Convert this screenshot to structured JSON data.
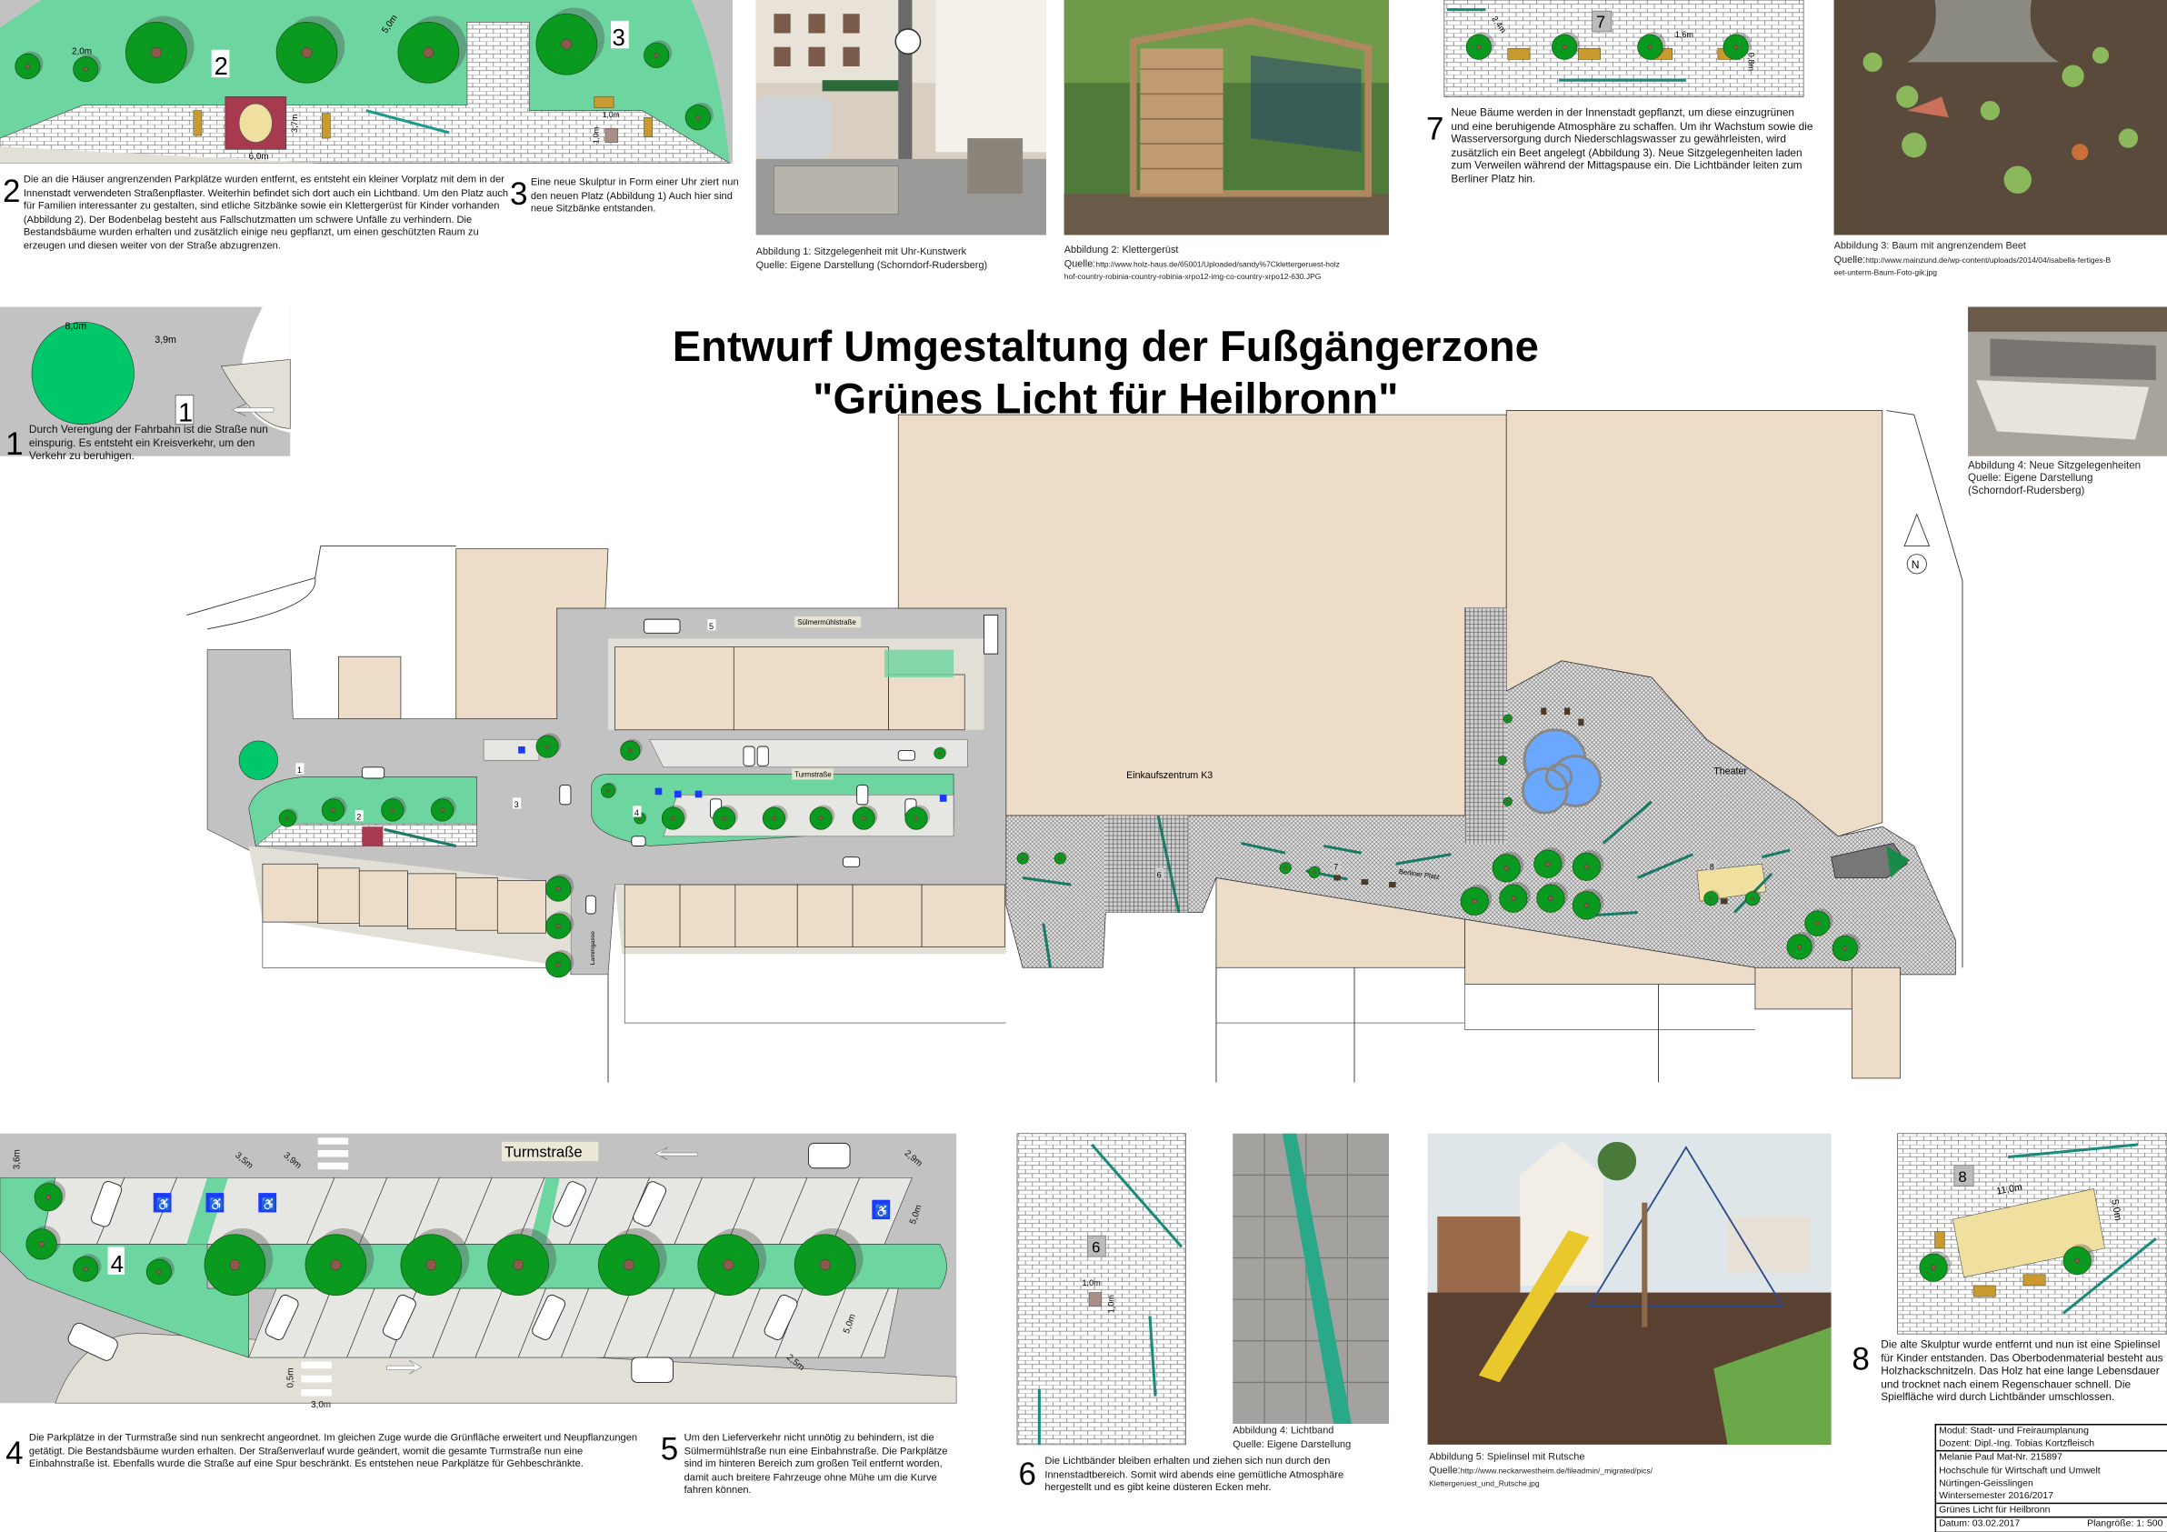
{
  "title": {
    "line1": "Entwurf Umgestaltung der Fußgängerzone",
    "line2": "\"Grünes Licht für Heilbronn\""
  },
  "sections": {
    "s1": {
      "number": "1",
      "text": "Durch Verengung der Fahrbahn ist die Straße nun einspurig. Es entsteht ein Kreisverkehr, um den Verkehr zu beruhigen."
    },
    "s2": {
      "number": "2",
      "text": "Die an die Häuser angrenzenden Parkplätze wurden entfernt, es entsteht ein kleiner Vorplatz mit dem in der Innenstadt verwendeten Straßenpflaster. Weiterhin befindet sich dort auch ein Lichtband. Um den Platz auch für Familien interessanter zu gestalten, sind etliche Sitzbänke sowie ein Klettergerüst für Kinder vorhanden (Abbildung 2). Der Bodenbelag besteht aus Fallschutzmatten um schwere Unfälle zu verhindern. Die Bestandsbäume wurden erhalten und zusätzlich einige neu gepflanzt, um einen geschützten Raum zu erzeugen und diesen weiter von der Straße abzugrenzen."
    },
    "s3": {
      "number": "3",
      "text": "Eine neue Skulptur in Form einer Uhr ziert nun den neuen Platz (Abbildung 1) Auch hier sind neue Sitzbänke entstanden."
    },
    "s4": {
      "number": "4",
      "text": "Die Parkplätze in der Turmstraße sind nun senkrecht angeordnet. Im gleichen Zuge wurde die Grünfläche erweitert und Neupflanzungen getätigt. Die Bestandsbäume wurden erhalten. Der Straßenverlauf wurde geändert, womit die gesamte Turmstraße nun eine Einbahnstraße ist. Ebenfalls wurde die Straße auf eine Spur beschränkt. Es entstehen neue Parkplätze für Gehbeschränkte."
    },
    "s5": {
      "number": "5",
      "text": "Um den Lieferverkehr nicht unnötig zu behindern, ist die Sülmermühlstraße nun eine Einbahnstraße. Die Parkplätze sind im hinteren Bereich zum großen Teil entfernt worden, damit auch breitere Fahrzeuge ohne Mühe um die Kurve fahren können."
    },
    "s6": {
      "number": "6",
      "text": "Die Lichtbänder bleiben erhalten und ziehen sich nun durch den Innenstadtbereich. Somit wird abends eine gemütliche Atmosphäre hergestellt und es gibt keine düsteren Ecken mehr."
    },
    "s7": {
      "number": "7",
      "text": "Neue Bäume werden in der Innenstadt gepflanzt, um diese einzugrünen und eine beruhigende Atmosphäre zu schaffen. Um ihr Wachstum sowie die Wasserversorgung durch Niederschlagswasser zu gewährleisten, wird zusätzlich ein Beet angelegt (Abbildung 3). Neue Sitzgelegenheiten laden zum Verweilen während der Mittagspause ein. Die Lichtbänder leiten zum Berliner Platz hin."
    },
    "s8": {
      "number": "8",
      "text": "Die alte Skulptur wurde entfernt und nun ist eine Spielinsel für Kinder entstanden. Das Oberbodenmaterial besteht aus Holzhackschnitzeln. Das Holz hat eine lange Lebensdauer und trocknet nach einem Regenschauer schnell. Die Spielfläche wird durch Lichtbänder umschlossen."
    }
  },
  "figures": {
    "fig1": {
      "caption": "Abbildung 1: Sitzgelegenheit mit Uhr-Kunstwerk",
      "source": "Quelle: Eigene Darstellung (Schorndorf-Rudersberg)"
    },
    "fig2": {
      "caption": "Abbildung 2: Klettergerüst",
      "source_label": "Quelle:",
      "url1": "http://www.holz-haus.de/65001/Uploaded/sandy%7Cklettergeruest-holz",
      "url2": "hof-country-robinia-country-robinia-xrpo12-img-co-country-xrpo12-630.JPG"
    },
    "fig3": {
      "caption": "Abbildung 3: Baum mit angrenzendem Beet",
      "source_label": "Quelle:",
      "url1": "http://www.mainzund.de/wp-content/uploads/2014/04/isabella-fertiges-B",
      "url2": "eet-unterm-Baum-Foto-gik.jpg"
    },
    "fig4a": {
      "caption": "Abbildung 4: Neue Sitzgelegenheiten",
      "source": "Quelle: Eigene Darstellung",
      "source2": "(Schorndorf-Rudersberg)"
    },
    "fig4b": {
      "caption": "Abbildung 4: Lichtband",
      "source": "Quelle: Eigene Darstellung"
    },
    "fig5": {
      "caption": "Abbildung 5: Spielinsel mit Rutsche",
      "source_label": "Quelle:",
      "url1": "http://www.neckarwestheim.de/fileadmin/_migrated/pics/",
      "url2": "Klettergeruest_und_Rutsche.jpg"
    }
  },
  "map": {
    "street_suelmermuehl": "Sülmermühlstraße",
    "street_turm": "Turmstraße",
    "street_lamm": "Lammgasse",
    "mall": "Einkaufszentrum K3",
    "theater": "Theater",
    "square": "Berliner Platz",
    "north": "N",
    "markers": [
      "1",
      "2",
      "3",
      "4",
      "5",
      "6",
      "7",
      "8"
    ]
  },
  "details": {
    "d23": {
      "m2": "2",
      "m3": "3",
      "dim_a": "2,0m",
      "dim_b": "5,0m",
      "dim_c": "6,0m",
      "dim_d": "3,7m",
      "dim_e": "1,0m",
      "dim_f": "1,0m"
    },
    "d1": {
      "m1": "1",
      "dim_a": "8,0m",
      "dim_b": "3,9m"
    },
    "d7": {
      "m7": "7",
      "dim_a": "2,4m",
      "dim_b": "1,6m",
      "dim_c": "0,8m"
    },
    "d4": {
      "m4": "4",
      "street": "Turmstraße",
      "dim_a": "3,5m",
      "dim_b": "3,9m",
      "dim_c": "3,6m",
      "dim_d": "2,9m",
      "dim_e": "5,0m",
      "dim_f": "5,0m",
      "dim_g": "2,5m",
      "dim_h": "0,5m",
      "dim_i": "3,0m"
    },
    "d6": {
      "m6": "6",
      "dim_a": "1,0m",
      "dim_b": "1,0m"
    },
    "d8": {
      "m8": "8",
      "dim_a": "11,0m",
      "dim_b": "5,0m"
    }
  },
  "title_block": {
    "module": "Modul: Stadt- und Freiraumplanung",
    "lecturer": "Dozent: Dipl.-Ing. Tobias Kortzfleisch",
    "student": "Melanie Paul Mat-Nr. 215897",
    "school1": "Hochschule für Wirtschaft und Umwelt",
    "school2": "Nürtingen-Geisslingen",
    "semester": "Wintersemester 2016/2017",
    "project": "Grünes Licht für Heilbronn",
    "date": "Datum: 03.02.2017",
    "scale": "Plangröße: 1: 500"
  },
  "colors": {
    "green_area": "#6dd5a0",
    "tree": "#0a9a20",
    "building": "#ecdcc8",
    "street": "#c2c2c2",
    "light_band": "#1a7a66",
    "water": "#6aa8ff"
  }
}
